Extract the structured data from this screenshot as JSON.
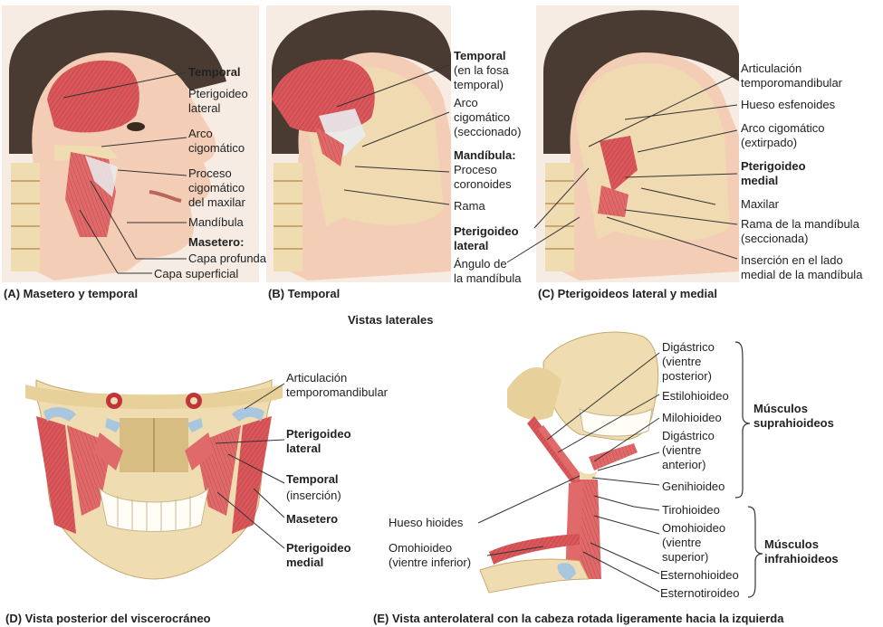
{
  "panelA": {
    "caption": "(A) Masetero y temporal",
    "labels": [
      "Temporal",
      "Pterigoideo\nlateral",
      "Arco\ncigomático",
      "Proceso\ncigomático\ndel maxilar",
      "Mandíbula",
      "Masetero:",
      "Capa profunda",
      "Capa superficial"
    ]
  },
  "panelB": {
    "caption": "(B) Temporal",
    "labels": [
      "Temporal",
      "(en la fosa\ntemporal)",
      "Arco\ncigomático\n(seccionado)",
      "Mandíbula:",
      "Proceso\ncoronoides",
      "Rama",
      "Pterigoideo\nlateral",
      "Ángulo de\nla mandíbula"
    ]
  },
  "panelC": {
    "caption": "(C) Pterigoideos lateral y medial",
    "labels": [
      "Articulación\ntemporomandibular",
      "Hueso esfenoides",
      "Arco cigomático\n(extirpado)",
      "Pterigoideo\nmedial",
      "Maxilar",
      "Rama de la mandíbula\n(seccionada)",
      "Inserción en el lado\nmedial de la mandíbula"
    ]
  },
  "views_label": "Vistas laterales",
  "panelD": {
    "caption": "(D) Vista posterior del viscerocráneo",
    "labels": [
      "Articulación\ntemporomandibular",
      "Pterigoideo\nlateral",
      "Temporal",
      "(inserción)",
      "Masetero",
      "Pterigoideo\nmedial"
    ]
  },
  "panelE": {
    "caption": "(E) Vista anterolateral con la cabeza rotada ligeramente hacia la izquierda",
    "labels": [
      "Digástrico\n(vientre\nposterior)",
      "Estilohioideo",
      "Milohioideo",
      "Digástrico\n(vientre\nanterior)",
      "Genihioideo",
      "Músculos\nsuprahioideos",
      "Hueso hioides",
      "Tirohioideo",
      "Omohioideo\n(vientre\nsuperior)",
      "Músculos\ninfrahioideos",
      "Omohioideo\n(vientre inferior)",
      "Esternohioideo",
      "Esternotiroideo"
    ]
  },
  "colors": {
    "muscle": "#d9575a",
    "muscle_light": "#ee9b98",
    "bone": "#efdcb0",
    "bone_dark": "#d8bd83",
    "skin": "#f3cdb5",
    "hair": "#4a3b32",
    "tendon": "#e9ecef",
    "cartilage": "#a8c6de"
  }
}
